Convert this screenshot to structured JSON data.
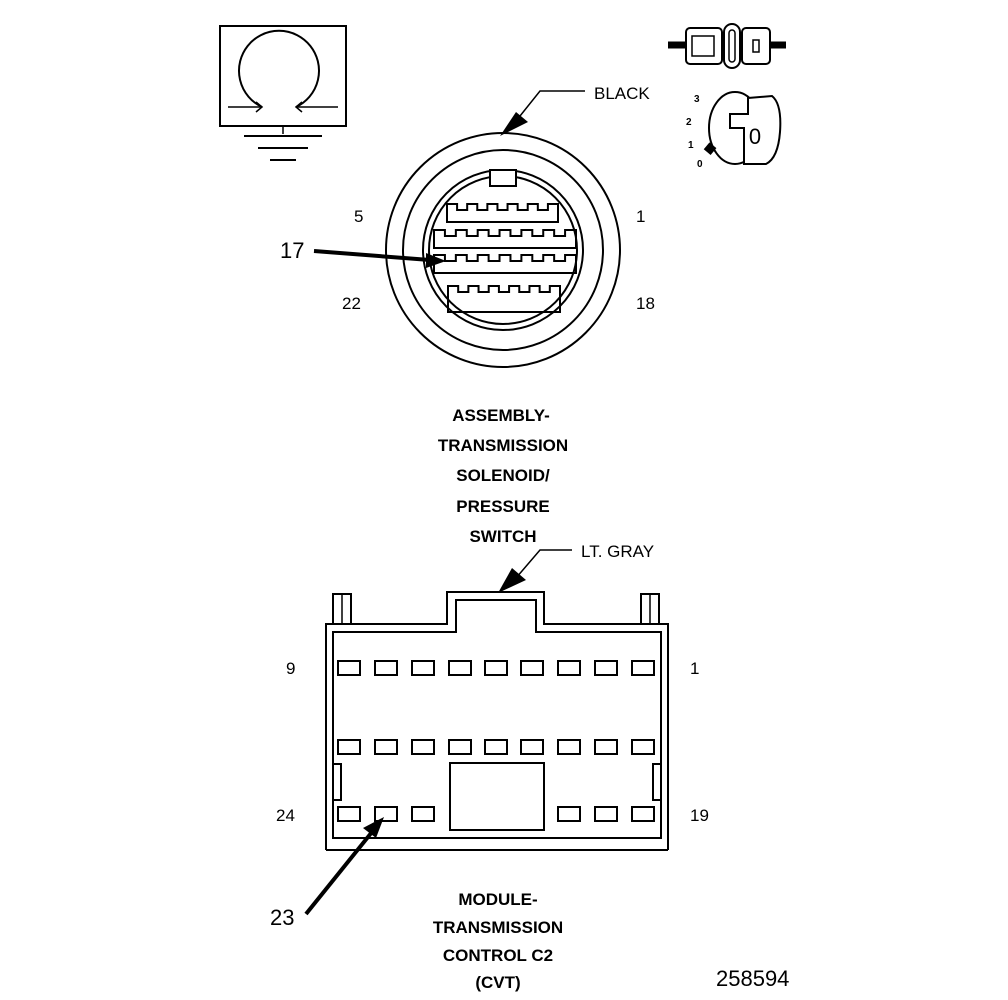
{
  "top_connector": {
    "color_label": "BLACK",
    "pin_labels": {
      "top_left": "5",
      "top_right": "1",
      "bottom_left": "22",
      "bottom_right": "18"
    },
    "callout_pin": "17",
    "title_lines": [
      "ASSEMBLY-",
      "TRANSMISSION",
      "SOLENOID/",
      "PRESSURE",
      "SWITCH"
    ]
  },
  "key_icon": {
    "position_numbers": [
      "3",
      "2",
      "1",
      "0"
    ],
    "key_face_label": "0"
  },
  "bottom_connector": {
    "color_label": "LT. GRAY",
    "pin_labels": {
      "top_left": "9",
      "top_right": "1",
      "bottom_left": "24",
      "bottom_right": "19"
    },
    "callout_pin": "23",
    "title_lines": [
      "MODULE-",
      "TRANSMISSION",
      "CONTROL C2",
      "(CVT)"
    ]
  },
  "figure_number": "258594"
}
